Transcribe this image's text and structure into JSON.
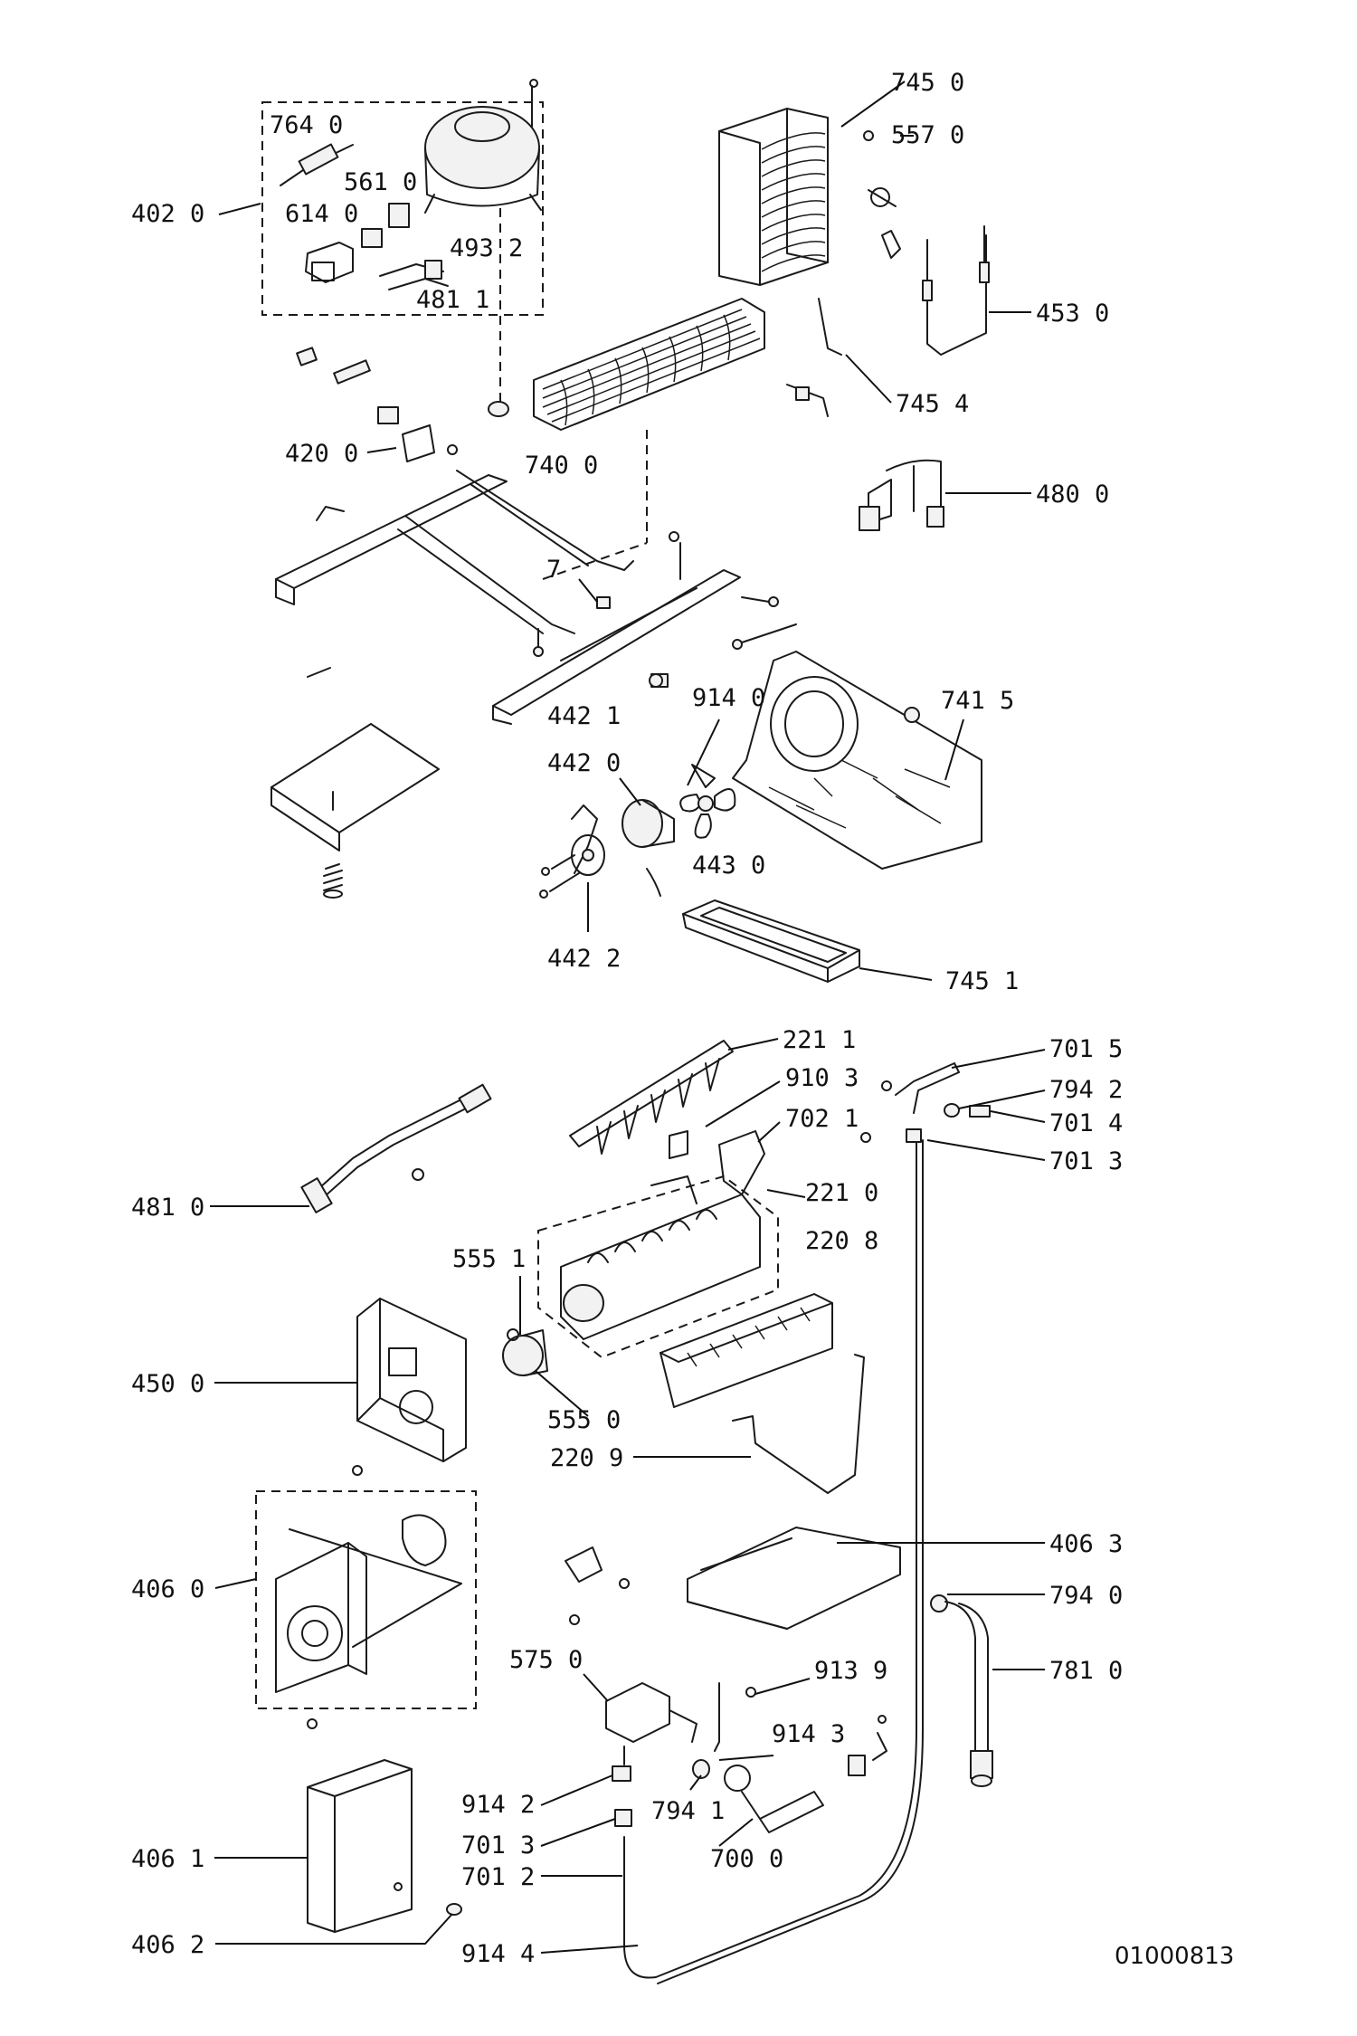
{
  "callouts": [
    {
      "id": "745-0",
      "label": "745 0"
    },
    {
      "id": "557-0",
      "label": "557 0"
    },
    {
      "id": "764-0",
      "label": "764 0"
    },
    {
      "id": "561-0",
      "label": "561 0"
    },
    {
      "id": "614-0",
      "label": "614 0"
    },
    {
      "id": "493-2",
      "label": "493 2"
    },
    {
      "id": "481-1",
      "label": "481 1"
    },
    {
      "id": "402-0",
      "label": "402 0"
    },
    {
      "id": "453-0",
      "label": "453 0"
    },
    {
      "id": "745-4",
      "label": "745 4"
    },
    {
      "id": "420-0",
      "label": "420 0"
    },
    {
      "id": "740-0",
      "label": "740 0"
    },
    {
      "id": "480-0",
      "label": "480 0"
    },
    {
      "id": "7",
      "label": "7"
    },
    {
      "id": "914-0",
      "label": "914 0"
    },
    {
      "id": "741-5",
      "label": "741 5"
    },
    {
      "id": "442-1",
      "label": "442 1"
    },
    {
      "id": "442-0",
      "label": "442 0"
    },
    {
      "id": "443-0",
      "label": "443 0"
    },
    {
      "id": "442-2",
      "label": "442 2"
    },
    {
      "id": "745-1",
      "label": "745 1"
    },
    {
      "id": "221-1",
      "label": "221 1"
    },
    {
      "id": "701-5",
      "label": "701 5"
    },
    {
      "id": "910-3",
      "label": "910 3"
    },
    {
      "id": "794-2",
      "label": "794 2"
    },
    {
      "id": "702-1",
      "label": "702 1"
    },
    {
      "id": "701-4",
      "label": "701 4"
    },
    {
      "id": "701-3a",
      "label": "701 3"
    },
    {
      "id": "481-0",
      "label": "481 0"
    },
    {
      "id": "221-0",
      "label": "221 0"
    },
    {
      "id": "555-1",
      "label": "555 1"
    },
    {
      "id": "220-8",
      "label": "220 8"
    },
    {
      "id": "450-0",
      "label": "450 0"
    },
    {
      "id": "555-0",
      "label": "555 0"
    },
    {
      "id": "220-9",
      "label": "220 9"
    },
    {
      "id": "406-3",
      "label": "406 3"
    },
    {
      "id": "406-0",
      "label": "406 0"
    },
    {
      "id": "794-0",
      "label": "794 0"
    },
    {
      "id": "575-0",
      "label": "575 0"
    },
    {
      "id": "913-9",
      "label": "913 9"
    },
    {
      "id": "781-0",
      "label": "781 0"
    },
    {
      "id": "914-3",
      "label": "914 3"
    },
    {
      "id": "914-2",
      "label": "914 2"
    },
    {
      "id": "794-1",
      "label": "794 1"
    },
    {
      "id": "701-3b",
      "label": "701 3"
    },
    {
      "id": "700-0",
      "label": "700 0"
    },
    {
      "id": "406-1",
      "label": "406 1"
    },
    {
      "id": "701-2",
      "label": "701 2"
    },
    {
      "id": "406-2",
      "label": "406 2"
    },
    {
      "id": "914-4",
      "label": "914 4"
    }
  ],
  "document_number": "01000813"
}
